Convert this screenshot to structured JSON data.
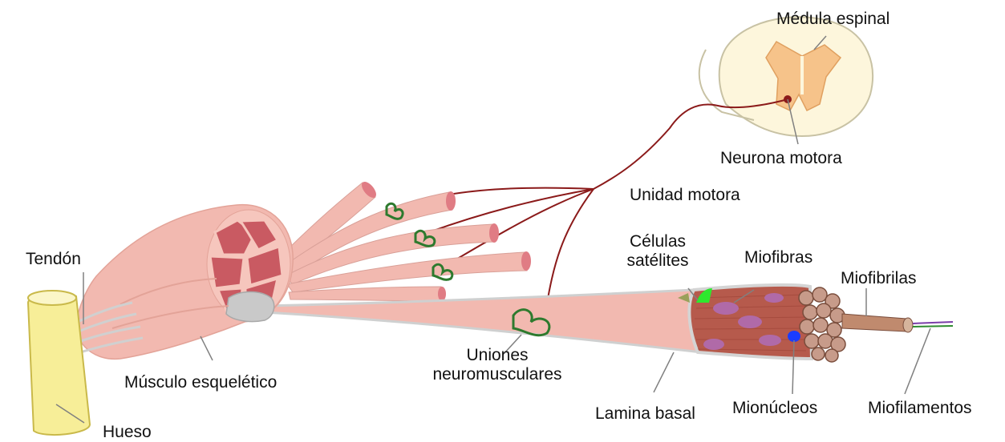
{
  "labels": {
    "medula_espinal": "Médula espinal",
    "neurona_motora": "Neurona motora",
    "unidad_motora": "Unidad motora",
    "celulas_line1": "Células",
    "celulas_line2": "satélites",
    "miofibras": "Miofibras",
    "miofibrilas": "Miofibrilas",
    "tendon": "Tendón",
    "musculo_esqueletico": "Músculo esquelético",
    "hueso": "Hueso",
    "uniones_line1": "Uniones",
    "uniones_line2": "neuromusculares",
    "lamina_basal": "Lamina basal",
    "mionucleos": "Mionúcleos",
    "miofilamentos": "Miofilamentos"
  },
  "colors": {
    "muscle": "#f2b9b0",
    "fascicle": "#c95a62",
    "nerve": "#8b1a1a",
    "bone": "#f7ee98",
    "spinal_cord": "#fdf6dc",
    "gray_matter": "#f6c38a",
    "satellite_cell": "#2ee82e",
    "mionucleus": "#1a3cff",
    "nucleus": "#b06aa8"
  }
}
